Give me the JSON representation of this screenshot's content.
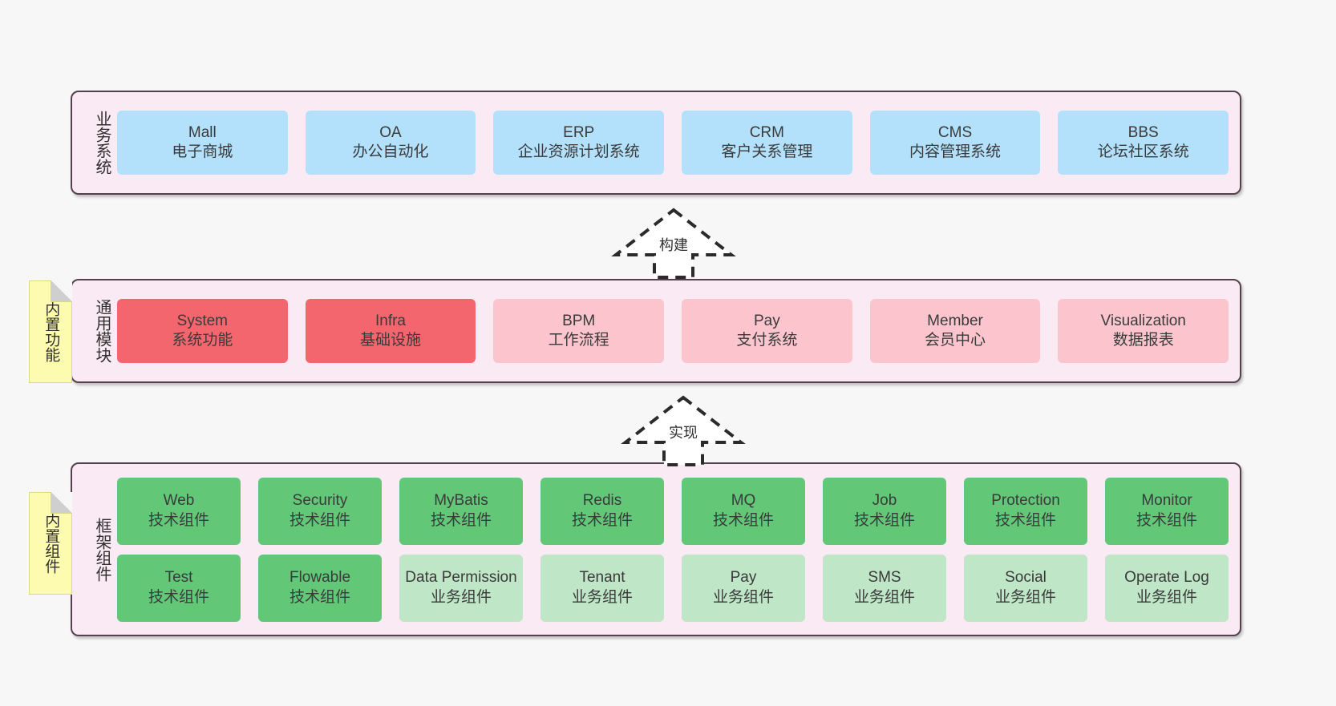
{
  "diagram": {
    "background_color": "#f7f7f7",
    "layer_fill": "#f9eaf4",
    "layer_border": "#55414e"
  },
  "layers": [
    {
      "id": "business",
      "title": "业务系统",
      "card_color": "#b3e0fb",
      "rows": [
        [
          {
            "en": "Mall",
            "cn": "电子商城",
            "style": "blue"
          },
          {
            "en": "OA",
            "cn": "办公自动化",
            "style": "blue"
          },
          {
            "en": "ERP",
            "cn": "企业资源计划系统",
            "style": "blue"
          },
          {
            "en": "CRM",
            "cn": "客户关系管理",
            "style": "blue"
          },
          {
            "en": "CMS",
            "cn": "内容管理系统",
            "style": "blue"
          },
          {
            "en": "BBS",
            "cn": "论坛社区系统",
            "style": "blue"
          }
        ]
      ]
    },
    {
      "id": "common",
      "title": "通用模块",
      "note": "内置功能",
      "rows": [
        [
          {
            "en": "System",
            "cn": "系统功能",
            "style": "red"
          },
          {
            "en": "Infra",
            "cn": "基础设施",
            "style": "red"
          },
          {
            "en": "BPM",
            "cn": "工作流程",
            "style": "pink"
          },
          {
            "en": "Pay",
            "cn": "支付系统",
            "style": "pink"
          },
          {
            "en": "Member",
            "cn": "会员中心",
            "style": "pink"
          },
          {
            "en": "Visualization",
            "cn": "数据报表",
            "style": "pink"
          }
        ]
      ]
    },
    {
      "id": "framework",
      "title": "框架组件",
      "note": "内置组件",
      "rows": [
        [
          {
            "en": "Web",
            "cn": "技术组件",
            "style": "green-dark"
          },
          {
            "en": "Security",
            "cn": "技术组件",
            "style": "green-dark"
          },
          {
            "en": "MyBatis",
            "cn": "技术组件",
            "style": "green-dark"
          },
          {
            "en": "Redis",
            "cn": "技术组件",
            "style": "green-dark"
          },
          {
            "en": "MQ",
            "cn": "技术组件",
            "style": "green-dark"
          },
          {
            "en": "Job",
            "cn": "技术组件",
            "style": "green-dark"
          },
          {
            "en": "Protection",
            "cn": "技术组件",
            "style": "green-dark"
          },
          {
            "en": "Monitor",
            "cn": "技术组件",
            "style": "green-dark"
          }
        ],
        [
          {
            "en": "Test",
            "cn": "技术组件",
            "style": "green-dark"
          },
          {
            "en": "Flowable",
            "cn": "技术组件",
            "style": "green-dark"
          },
          {
            "en": "Data Permission",
            "cn": "业务组件",
            "style": "green-light",
            "wrap": true
          },
          {
            "en": "Tenant",
            "cn": "业务组件",
            "style": "green-light"
          },
          {
            "en": "Pay",
            "cn": "业务组件",
            "style": "green-light"
          },
          {
            "en": "SMS",
            "cn": "业务组件",
            "style": "green-light"
          },
          {
            "en": "Social",
            "cn": "业务组件",
            "style": "green-light"
          },
          {
            "en": "Operate Log",
            "cn": "业务组件",
            "style": "green-light"
          }
        ]
      ]
    }
  ],
  "connectors": [
    {
      "id": "build",
      "label": "构建",
      "direction": "up",
      "style": "dashed-hollow-triangle"
    },
    {
      "id": "realize",
      "label": "实现",
      "direction": "up",
      "style": "dashed-hollow-triangle"
    }
  ]
}
